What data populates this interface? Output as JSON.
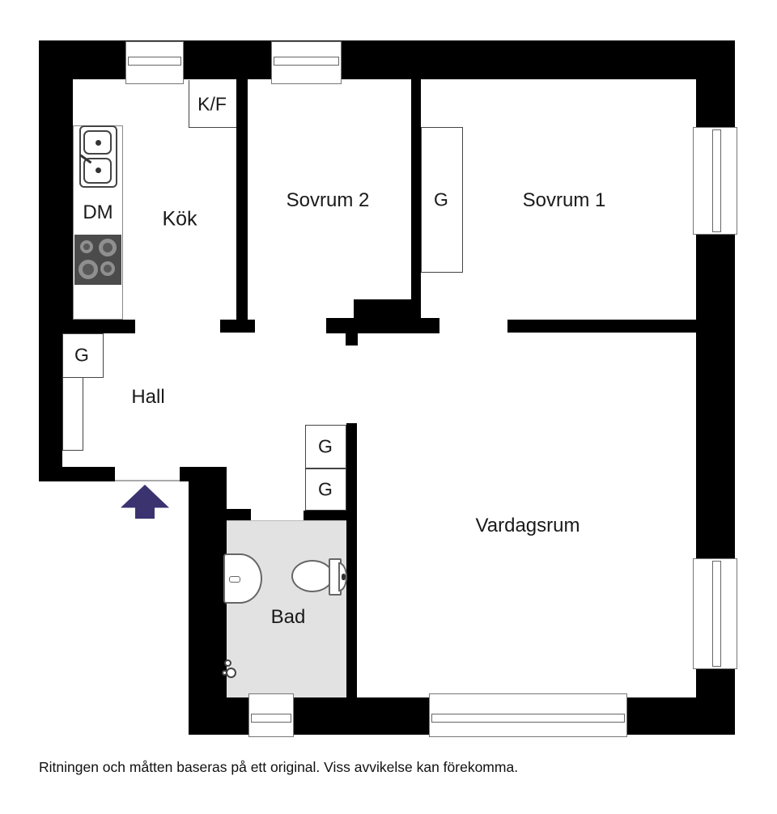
{
  "title": "Floor plan",
  "colors": {
    "wall": "#000000",
    "bathfloor": "#e2e2e2",
    "arrow": "#3b3270",
    "text": "#1a1a1a"
  },
  "rooms": {
    "kok": "Kök",
    "sovrum2": "Sovrum 2",
    "sovrum1": "Sovrum 1",
    "hall": "Hall",
    "bad": "Bad",
    "vardagsrum": "Vardagsrum"
  },
  "fixtures": {
    "kf": "K/F",
    "dm": "DM",
    "g_bedroom": "G",
    "g_hall": "G",
    "g_bath_1": "G",
    "g_bath_2": "G"
  },
  "caption": "Ritningen och måtten baseras på ett original. Viss avvikelse kan förekomma."
}
